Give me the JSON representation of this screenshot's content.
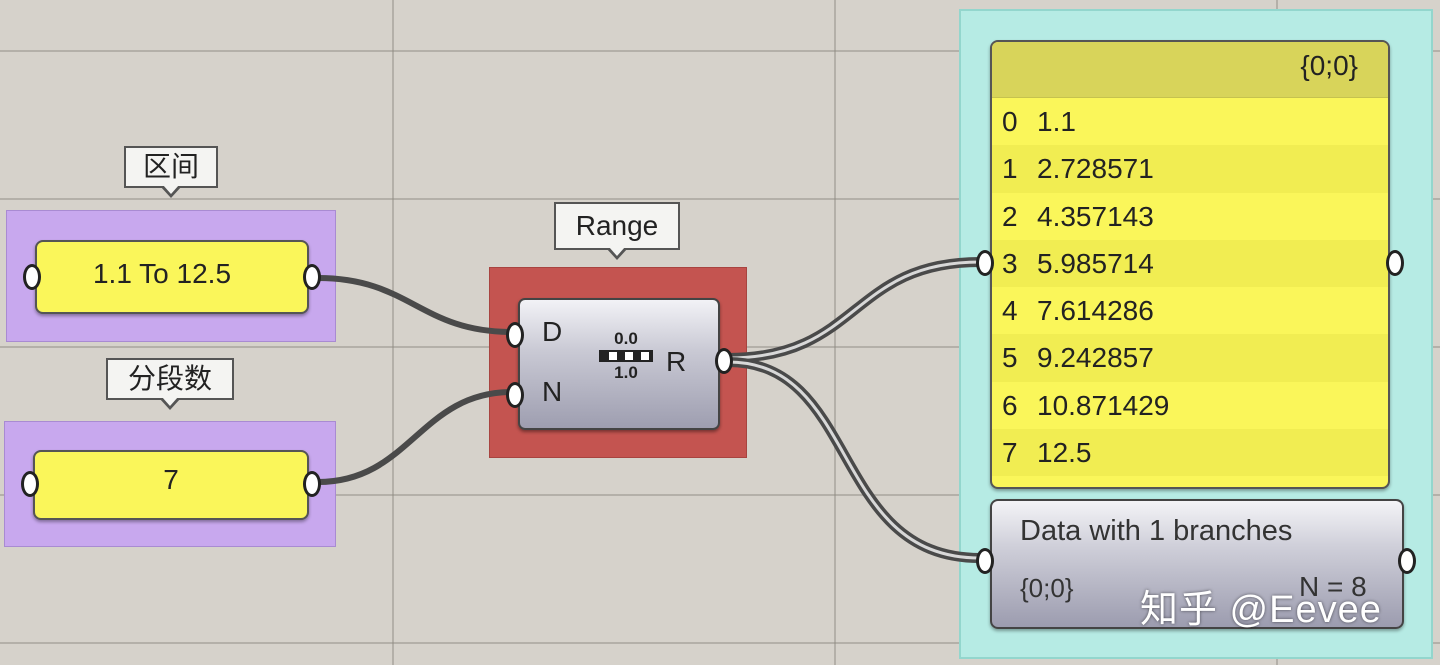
{
  "domain_slider": {
    "tag": "区间",
    "value": "1.1 To 12.5"
  },
  "count_slider": {
    "tag": "分段数",
    "value": "7"
  },
  "range_component": {
    "tag": "Range",
    "input_d": "D",
    "input_n": "N",
    "output_r": "R",
    "icon_top": "0.0",
    "icon_bottom": "1.0"
  },
  "panel": {
    "branch": "{0;0}",
    "items": [
      {
        "index": "0",
        "value": "1.1"
      },
      {
        "index": "1",
        "value": "2.728571"
      },
      {
        "index": "2",
        "value": "4.357143"
      },
      {
        "index": "3",
        "value": "5.985714"
      },
      {
        "index": "4",
        "value": "7.614286"
      },
      {
        "index": "5",
        "value": "9.242857"
      },
      {
        "index": "6",
        "value": "10.871429"
      },
      {
        "index": "7",
        "value": "12.5"
      }
    ]
  },
  "param_viewer": {
    "title": "Data with 1 branches",
    "path": "{0;0}",
    "count": "N = 8"
  },
  "watermark": "知乎 @Eevee",
  "colors": {
    "canvas": "#d6d2cb",
    "group_purple": "#c8a8ee",
    "group_red": "#c45450",
    "group_cyan": "#b6ebe4",
    "panel_yellow": "#faf65a",
    "wire": "#4a4a4a"
  }
}
